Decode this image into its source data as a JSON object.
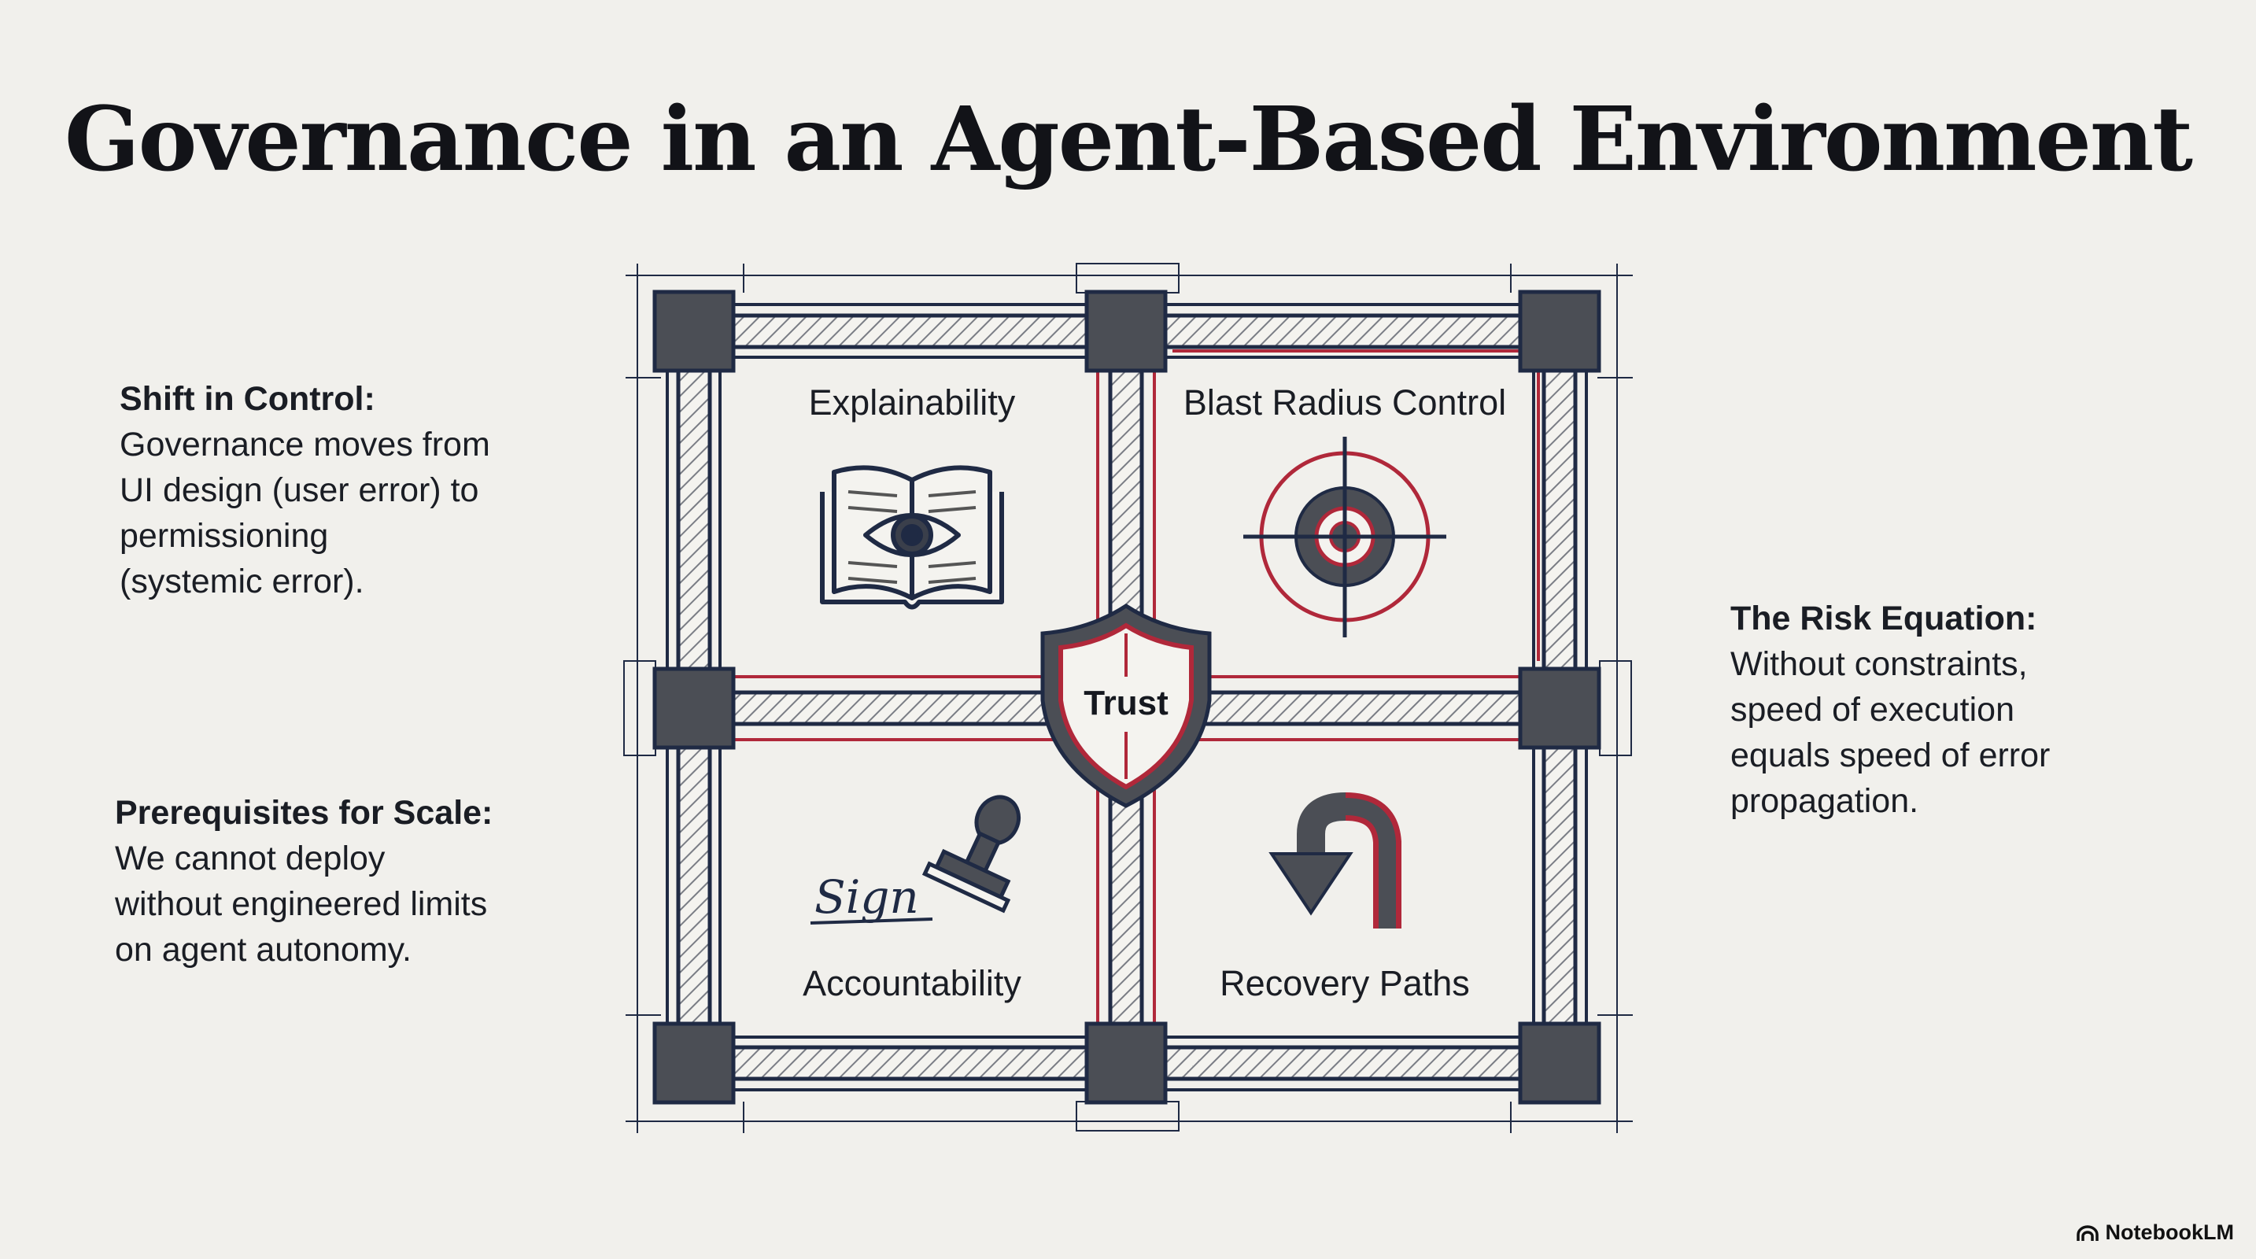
{
  "title": "Governance in an Agent-Based Environment",
  "notes": {
    "shift": {
      "heading": "Shift in Control:",
      "lines": [
        "Governance moves from",
        "UI design (user error) to",
        "permissioning",
        "(systemic error)."
      ]
    },
    "prereq": {
      "heading": "Prerequisites for Scale:",
      "lines": [
        "We cannot deploy",
        "without engineered limits",
        "on agent autonomy."
      ]
    },
    "risk": {
      "heading": "The Risk Equation:",
      "lines": [
        "Without constraints,",
        "speed of execution",
        "equals speed of error",
        "propagation."
      ]
    }
  },
  "diagram": {
    "center": "Trust",
    "quadrants": [
      "Explainability",
      "Blast Radius Control",
      "Accountability",
      "Recovery Paths"
    ],
    "signature": "Sign"
  },
  "brand": "NotebookLM",
  "colors": {
    "background": "#f1f0ec",
    "navy": "#1f2a44",
    "red": "#b0283a",
    "gray": "#4b4e55"
  }
}
